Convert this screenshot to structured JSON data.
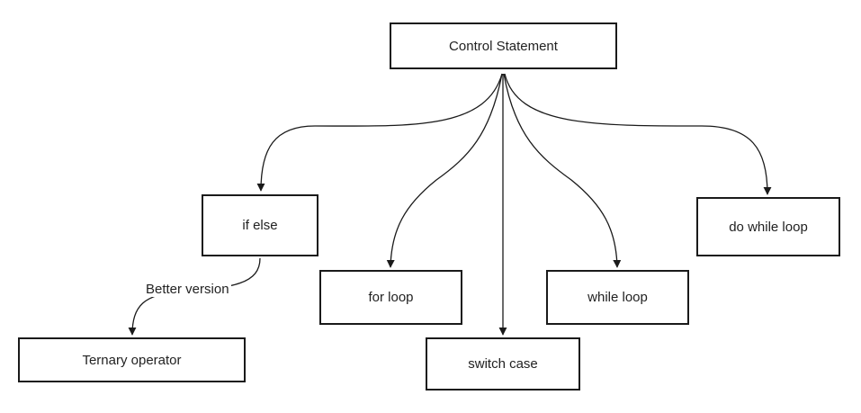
{
  "diagram": {
    "nodes": {
      "root": "Control Statement",
      "if_else": "if else",
      "for_loop": "for loop",
      "switch_case": "switch case",
      "while_loop": "while loop",
      "do_while_loop": "do while loop",
      "ternary": "Ternary operator"
    },
    "edge_labels": {
      "if_to_ternary": "Better version"
    }
  }
}
